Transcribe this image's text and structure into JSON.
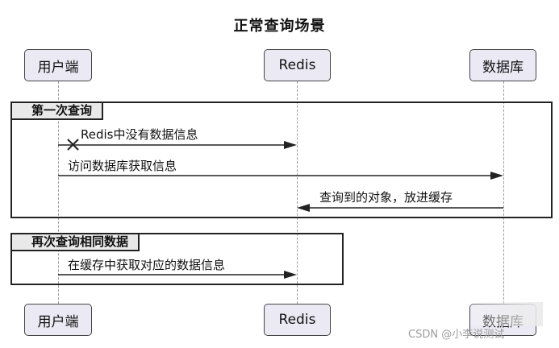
{
  "title": "正常查询场景",
  "participants": {
    "user": "用户端",
    "redis": "Redis",
    "db": "数据库"
  },
  "frames": [
    {
      "label": "第一次查询"
    },
    {
      "label": "再次查询相同数据"
    }
  ],
  "messages": [
    {
      "text": "Redis中没有数据信息"
    },
    {
      "text": "访问数据库获取信息"
    },
    {
      "text": "查询到的对象，放进缓存"
    },
    {
      "text": "在缓存中获取对应的数据信息"
    }
  ],
  "watermark": "CSDN @小李说测试"
}
